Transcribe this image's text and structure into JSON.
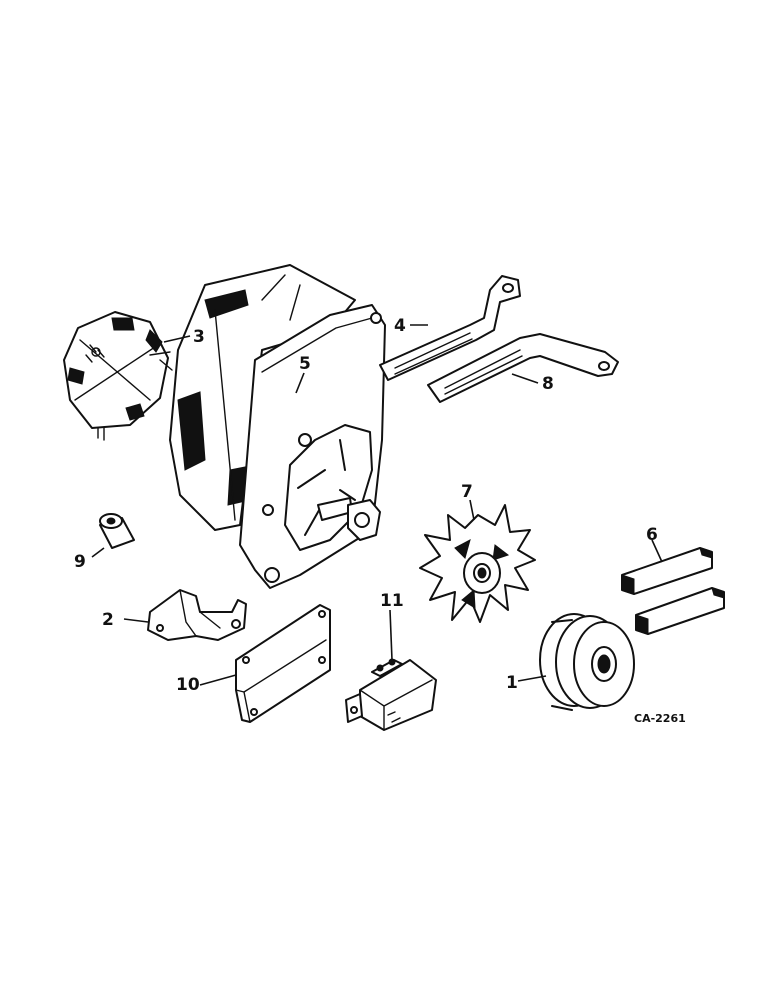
{
  "diagram_code": "CA-2261",
  "callouts": {
    "pulley": "1",
    "mounting_bracket": "2",
    "rear_cover": "3",
    "adjusting_strap_upper": "4",
    "alternator": "5",
    "brushes": "6",
    "fan": "7",
    "adjusting_strap_lower": "8",
    "spacer": "9",
    "regulator_bracket": "10",
    "regulator": "11"
  }
}
